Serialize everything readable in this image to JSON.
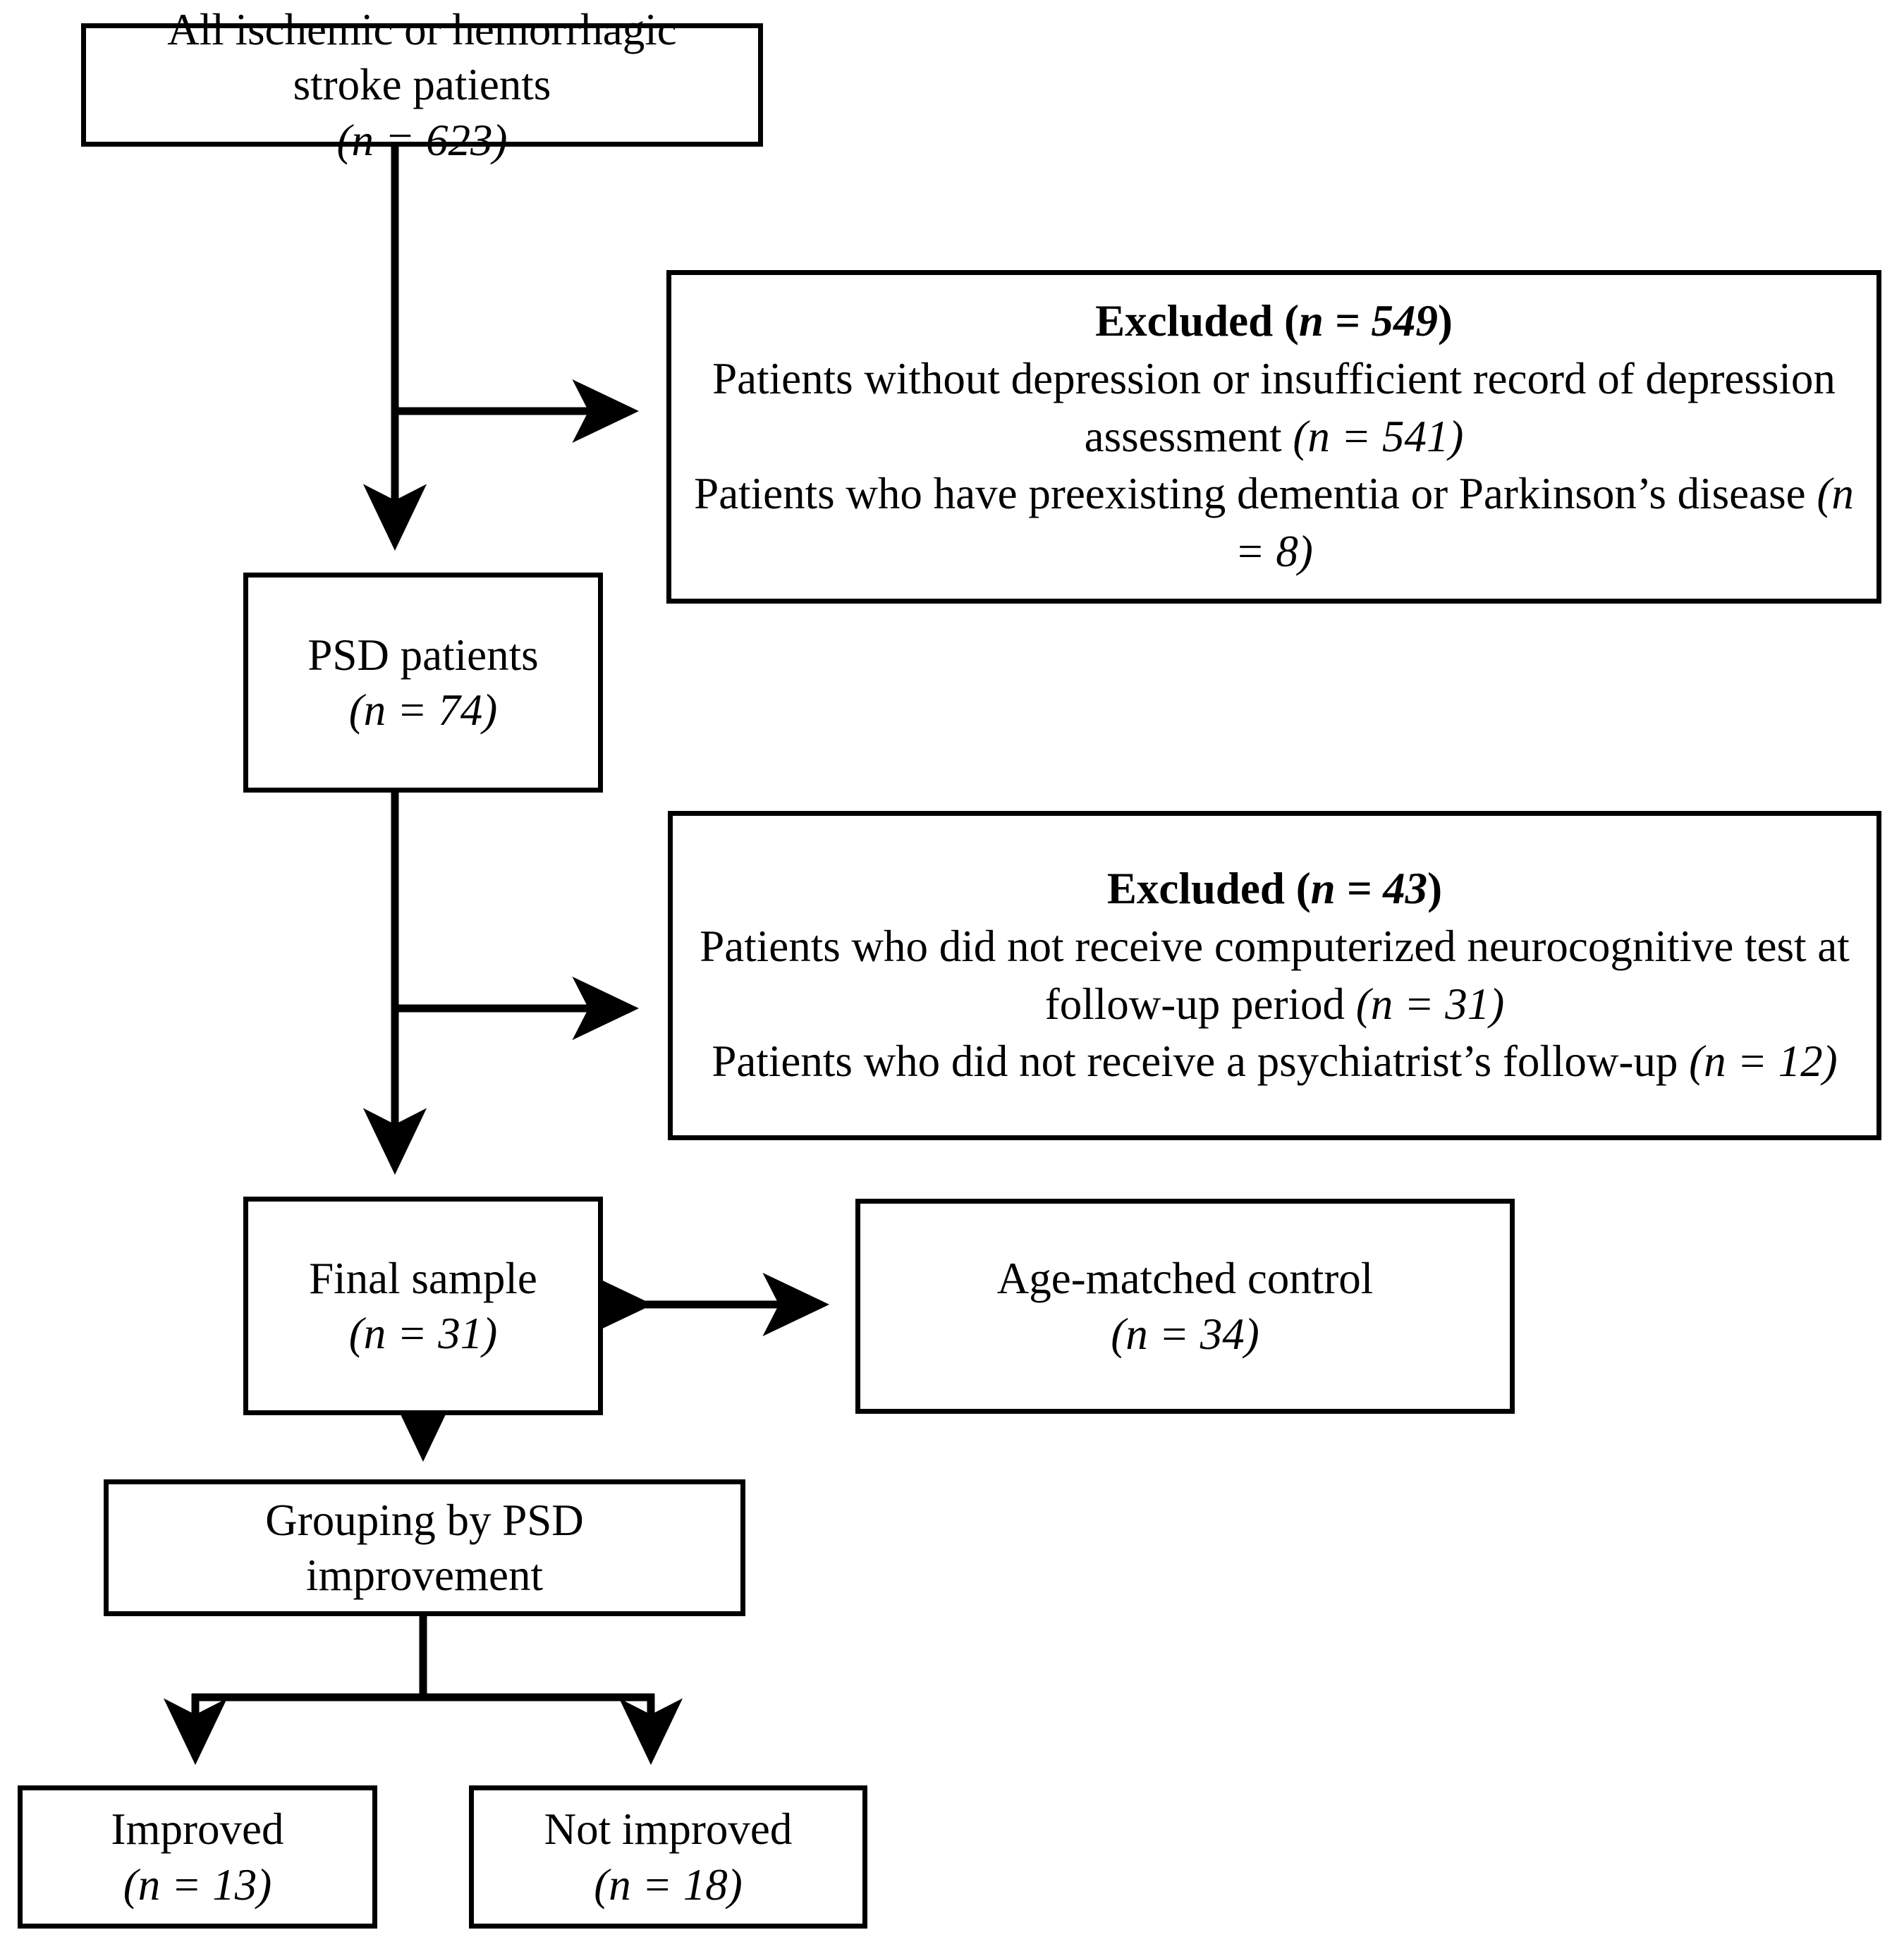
{
  "diagram": {
    "type": "study-flow-diagram",
    "nodes": {
      "all_stroke": {
        "line1": "All ischemic or hemorrhagic",
        "line2": "stroke patients",
        "n_open": "(",
        "n_label": "n",
        "n_eq": " = ",
        "n_value": "623",
        "n_close": ")"
      },
      "excluded_1": {
        "title_label": "Excluded",
        "title_open": " (",
        "title_n": "n",
        "title_eq": " = ",
        "title_value": "549",
        "title_close": ")",
        "reason1_text": "Patients without depression or insufficient record of depression assessment ",
        "reason1_open": " (",
        "reason1_n": "n",
        "reason1_eq": " = ",
        "reason1_value": "541",
        "reason1_close": ")",
        "reason2_text": "Patients who have preexisting dementia or Parkinson’s disease",
        "reason2_open": " (",
        "reason2_n": "n",
        "reason2_eq": " = ",
        "reason2_value": "8",
        "reason2_close": ")"
      },
      "psd_patients": {
        "line1": "PSD patients",
        "n_open": "(",
        "n_label": "n",
        "n_eq": " = ",
        "n_value": "74",
        "n_close": ")"
      },
      "excluded_2": {
        "title_label": "Excluded",
        "title_open": " (",
        "title_n": "n",
        "title_eq": " = ",
        "title_value": "43",
        "title_close": ")",
        "reason1_text": "Patients who did not receive computerized neurocognitive test at follow-up period",
        "reason1_open": " (",
        "reason1_n": "n",
        "reason1_eq": " = ",
        "reason1_value": "31",
        "reason1_close": ")",
        "reason2_text": "Patients who did not receive a psychiatrist’s follow-up ",
        "reason2_open": " (",
        "reason2_n": "n",
        "reason2_eq": " = ",
        "reason2_value": "12",
        "reason2_close": ")"
      },
      "final_sample": {
        "line1": "Final sample",
        "n_open": "(",
        "n_label": "n",
        "n_eq": " = ",
        "n_value": "31",
        "n_close": ")"
      },
      "age_matched_control": {
        "line1": "Age-matched control",
        "n_open": "(",
        "n_label": "n",
        "n_eq": " = ",
        "n_value": "34",
        "n_close": ")"
      },
      "grouping": {
        "line1": "Grouping by PSD",
        "line2": "improvement"
      },
      "improved": {
        "line1": "Improved",
        "n_open": "(",
        "n_label": "n",
        "n_eq": " = ",
        "n_value": "13",
        "n_close": ")"
      },
      "not_improved": {
        "line1": "Not improved",
        "n_open": "(",
        "n_label": "n",
        "n_eq": " = ",
        "n_value": "18",
        "n_close": ")"
      }
    },
    "edges": [
      {
        "name": "all-stroke-to-psd",
        "kind": "arrow-down"
      },
      {
        "name": "branch-to-excluded-1",
        "kind": "arrow-right"
      },
      {
        "name": "psd-to-final-sample",
        "kind": "arrow-down"
      },
      {
        "name": "branch-to-excluded-2",
        "kind": "arrow-right"
      },
      {
        "name": "final-sample-to-control",
        "kind": "arrow-double-horizontal"
      },
      {
        "name": "final-sample-to-grouping",
        "kind": "arrow-down"
      },
      {
        "name": "grouping-to-improved",
        "kind": "arrow-down-left"
      },
      {
        "name": "grouping-to-not-improved",
        "kind": "arrow-down-right"
      }
    ],
    "colors": {
      "stroke": "#000000",
      "background": "#ffffff",
      "text": "#000000"
    }
  }
}
